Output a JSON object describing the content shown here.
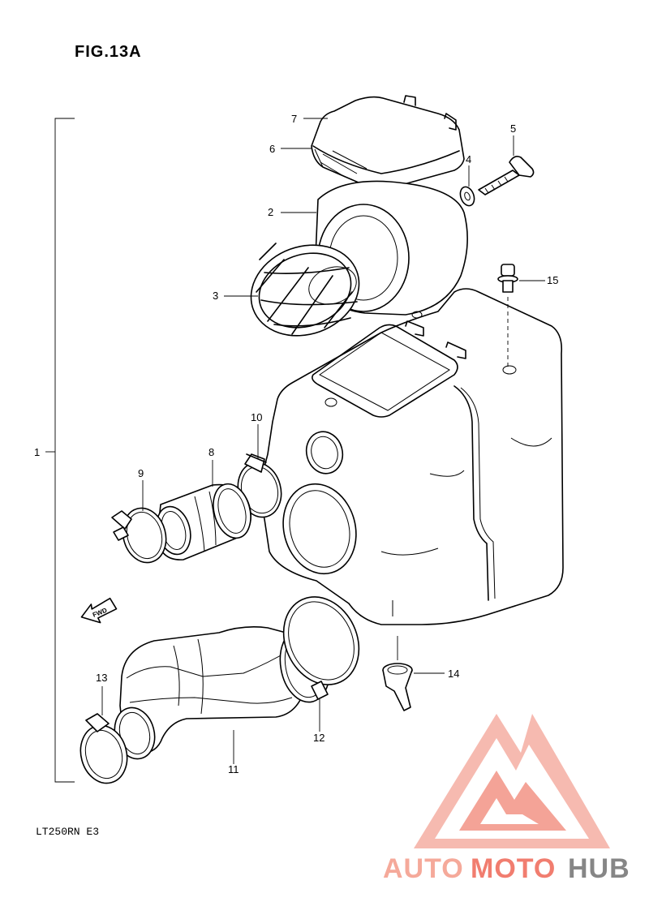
{
  "figure": {
    "title": "FIG.13A",
    "model_code": "LT250RN E3"
  },
  "direction_arrow": {
    "label": "FWD",
    "icon": "forward-arrow-icon"
  },
  "callouts": {
    "c1": "1",
    "c2": "2",
    "c3": "3",
    "c4": "4",
    "c5": "5",
    "c6": "6",
    "c7": "7",
    "c8": "8",
    "c9": "9",
    "c10": "10",
    "c11": "11",
    "c12": "12",
    "c13": "13",
    "c14": "14",
    "c15": "15"
  },
  "watermark": {
    "word_part1": "AUTO",
    "word_part2": "MOTO",
    "word_part3": "HUB",
    "colors": {
      "salmon": "#f4a090",
      "coral": "#f07060",
      "gray": "#7a7a7a",
      "triangle": "#f05a50"
    }
  }
}
